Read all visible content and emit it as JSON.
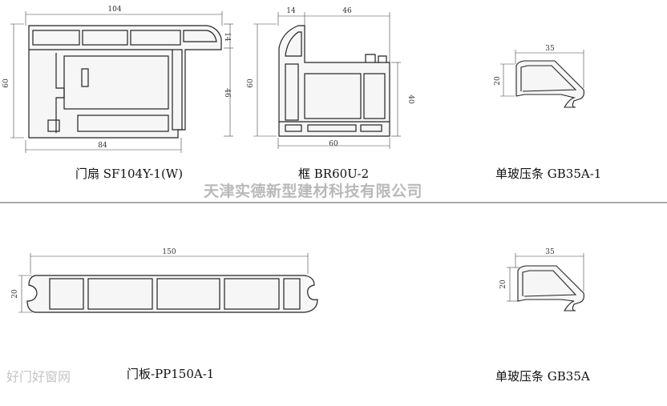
{
  "captions": {
    "door_sash": "门扇 SF104Y-1(W)",
    "frame": "框 BR60U-2",
    "glazing_bead_1": "单玻压条 GB35A-1",
    "door_panel": "门板-PP150A-1",
    "glazing_bead_2": "单玻压条 GB35A"
  },
  "watermark": "天津实德新型建材科技有限公司",
  "site_name": "好门好窗网",
  "dimensions": {
    "sash": {
      "width_top": "104",
      "height_left": "60",
      "right_small": "14",
      "right_main": "46",
      "width_bottom": "84"
    },
    "frame": {
      "top_small": "14",
      "top_main": "46",
      "height_left": "60",
      "right": "40",
      "width_bottom": "60"
    },
    "bead1": {
      "width": "35",
      "height": "20"
    },
    "panel": {
      "width": "150",
      "height": "20"
    },
    "bead2": {
      "width": "35",
      "height": "20"
    }
  }
}
